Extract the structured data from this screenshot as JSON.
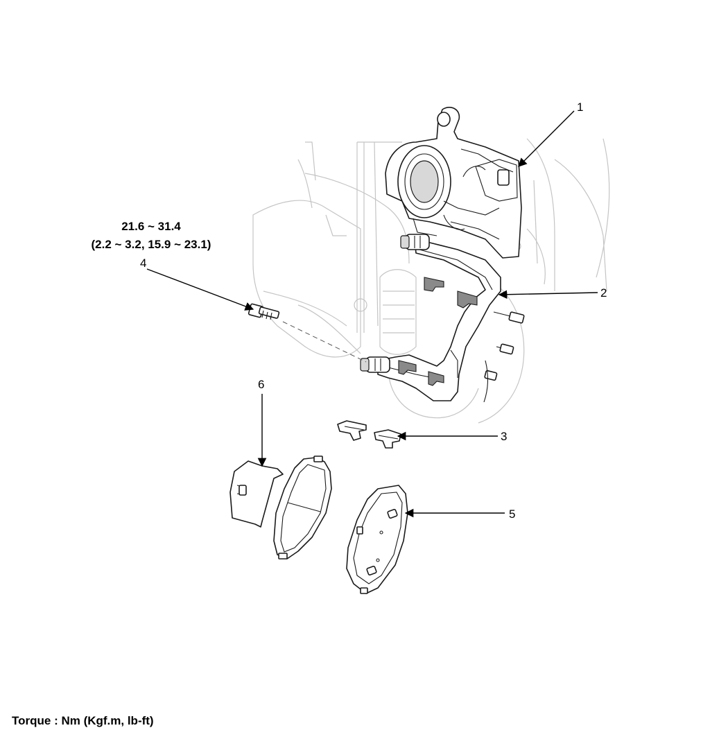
{
  "callouts": {
    "c1": "1",
    "c2": "2",
    "c3": "3",
    "c4": "4",
    "c5": "5",
    "c6": "6"
  },
  "torque_spec": {
    "line1": "21.6 ~ 31.4",
    "line2": "(2.2 ~ 3.2, 15.9 ~ 23.1)"
  },
  "footer": {
    "torque_units": "Torque : Nm (Kgf.m, lb-ft)"
  },
  "colors": {
    "line": "#1a1a1a",
    "background_lines": "#c4c4c4",
    "text": "#000000"
  }
}
